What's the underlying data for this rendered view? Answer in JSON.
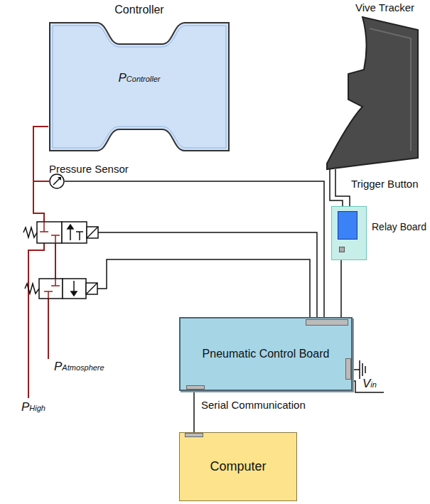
{
  "diagram": {
    "nodes": [
      {
        "text": [
          "Controller",
          "PController"
        ]
      },
      {
        "text": [
          "Vive Tracker"
        ]
      },
      {
        "text": [
          "Pressure Sensor"
        ]
      },
      {
        "text": [
          "Relay Board"
        ]
      },
      {
        "text": [
          "Pneumatic Control Board"
        ]
      },
      {
        "text": [
          "Computer"
        ]
      }
    ],
    "edges": [
      {
        "from": 0,
        "to": 2,
        "arrow": "none"
      },
      {
        "from": 1,
        "to": 3,
        "arrow": "none"
      },
      {
        "from": 2,
        "to": 4,
        "arrow": "none"
      },
      {
        "from": 3,
        "to": 4,
        "arrow": "none"
      },
      {
        "from": 4,
        "to": 5,
        "label": "Serial Communication",
        "arrow": "none"
      }
    ],
    "labels": [
      "Trigger Button",
      "PAtmosphere",
      "PHigh",
      "Vin"
    ]
  }
}
